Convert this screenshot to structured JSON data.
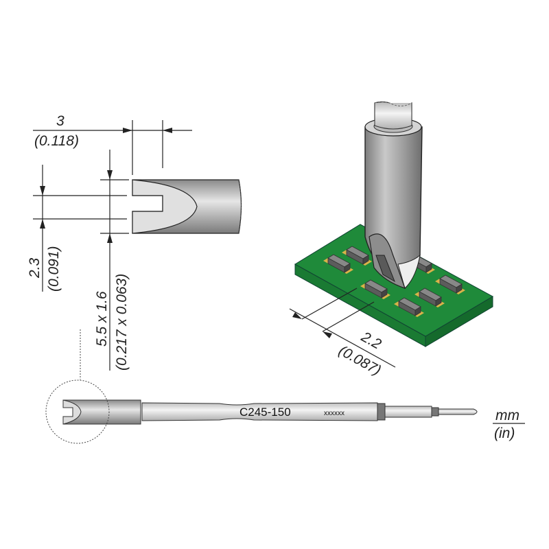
{
  "dimensions": {
    "width": {
      "mm": "3",
      "in": "(0.118)"
    },
    "slot": {
      "mm": "2.3",
      "in": "(0.091)"
    },
    "blade": {
      "mm": "5.5 x 1.6",
      "in": "(0.217 x 0.063)"
    },
    "pitch": {
      "mm": "2.2",
      "in": "(0.087)"
    }
  },
  "cartridge": {
    "model": "C245-150",
    "serial": "xxxxxx"
  },
  "units": {
    "primary": "mm",
    "secondary": "(in)"
  },
  "colors": {
    "pcb": "#1f8a3a",
    "pad": "#d9b24a",
    "metal": "#a8a8a8",
    "component": "#6b6b6b"
  }
}
